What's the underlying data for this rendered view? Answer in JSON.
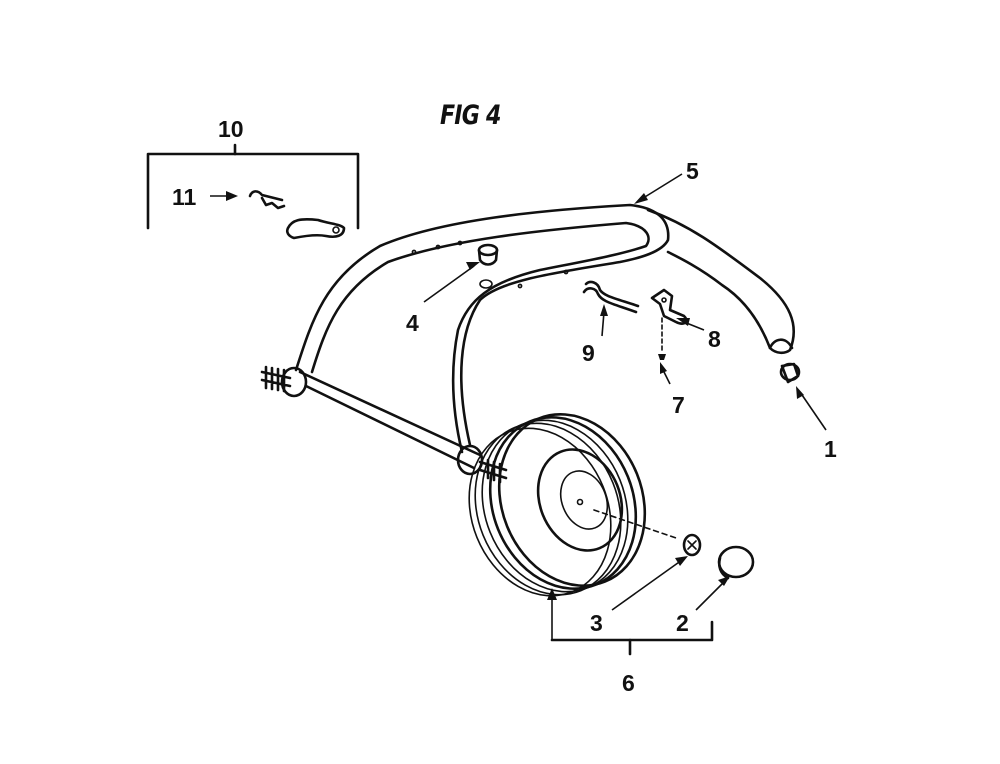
{
  "figure": {
    "title": "FIG 4"
  },
  "callouts": [
    {
      "id": "1",
      "text": "1",
      "part": "end-cap"
    },
    {
      "id": "2",
      "text": "2",
      "part": "hub-cap"
    },
    {
      "id": "3",
      "text": "3",
      "part": "push-nut"
    },
    {
      "id": "4",
      "text": "4",
      "part": "plug"
    },
    {
      "id": "5",
      "text": "5",
      "part": "handle-frame"
    },
    {
      "id": "6",
      "text": "6",
      "part": "wheel-assembly"
    },
    {
      "id": "7",
      "text": "7",
      "part": "screw"
    },
    {
      "id": "8",
      "text": "8",
      "part": "bracket"
    },
    {
      "id": "9",
      "text": "9",
      "part": "wire-clip"
    },
    {
      "id": "10",
      "text": "10",
      "part": "knob-kit"
    },
    {
      "id": "11",
      "text": "11",
      "part": "bolt"
    }
  ]
}
